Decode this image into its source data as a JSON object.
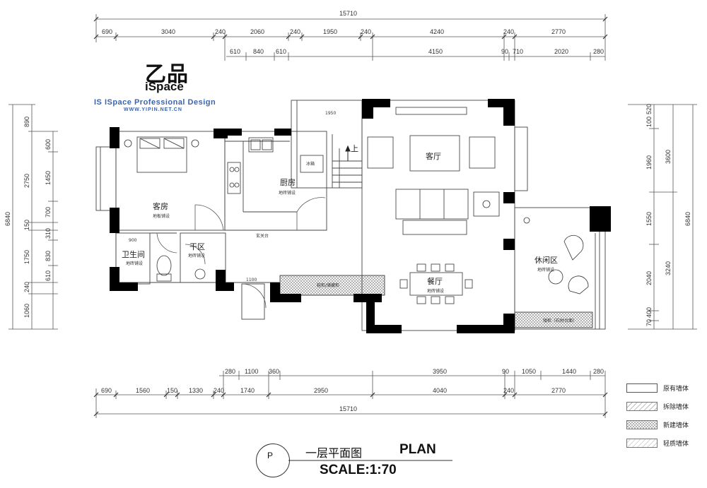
{
  "logo": {
    "mark": "乙品",
    "brand": "iSpace",
    "tagline": "IS ISpace Professional Design",
    "url": "WWW.YIPIN.NET.CN"
  },
  "dims": {
    "top_total": "15710",
    "top_row1": [
      "690",
      "3040",
      "240",
      "2060",
      "240",
      "1950",
      "240",
      "4240",
      "240",
      "2770"
    ],
    "top_row2": [
      "610",
      "840",
      "610",
      "4150",
      "90",
      "710",
      "2020",
      "280"
    ],
    "bottom_row1": [
      "280",
      "1100",
      "360",
      "3950",
      "90",
      "1050",
      "1440",
      "280"
    ],
    "bottom_row2": [
      "690",
      "1560",
      "150",
      "1330",
      "240",
      "1740",
      "2950",
      "4040",
      "240",
      "2770"
    ],
    "bottom_total": "15710",
    "left_total": "6840",
    "left_row1": [
      "890",
      "2750",
      "150",
      "1750",
      "240",
      "1060"
    ],
    "left_row2": [
      "600",
      "1450",
      "700",
      "310",
      "830",
      "610"
    ],
    "right_total": "6840",
    "right_row1": [
      "100",
      "520",
      "1960",
      "1550",
      "2040",
      "400",
      "70"
    ],
    "right_row2": [
      "3600",
      "3240"
    ],
    "stair_width": "1950",
    "entry_width": "1100",
    "bath_door": "900"
  },
  "rooms": {
    "guest_room": "客房",
    "guest_room_floor": "地板铺设",
    "kitchen": "厨房",
    "kitchen_floor": "地砖铺设",
    "fridge": "冰箱",
    "living": "客厅",
    "dining": "餐厅",
    "dining_floor": "地砖铺设",
    "leisure": "休闲区",
    "leisure_floor": "地砖铺设",
    "bathroom": "卫生间",
    "bathroom_floor": "地砖铺设",
    "dry_area": "干区",
    "dry_area_floor": "地砖铺设",
    "entry_table": "玄关台",
    "shoe_cabinet": "鞋柜/储藏柜",
    "leisure_cabinet": "矮柜（石材台面）",
    "stair_up": "上"
  },
  "legend": [
    {
      "label": "原有墙体"
    },
    {
      "label": "拆除墙体"
    },
    {
      "label": "新建墙体"
    },
    {
      "label": "轻质墙体"
    }
  ],
  "title": {
    "marker": "P",
    "cn": "一层平面图",
    "en": "PLAN",
    "scale": "SCALE:1:70"
  }
}
